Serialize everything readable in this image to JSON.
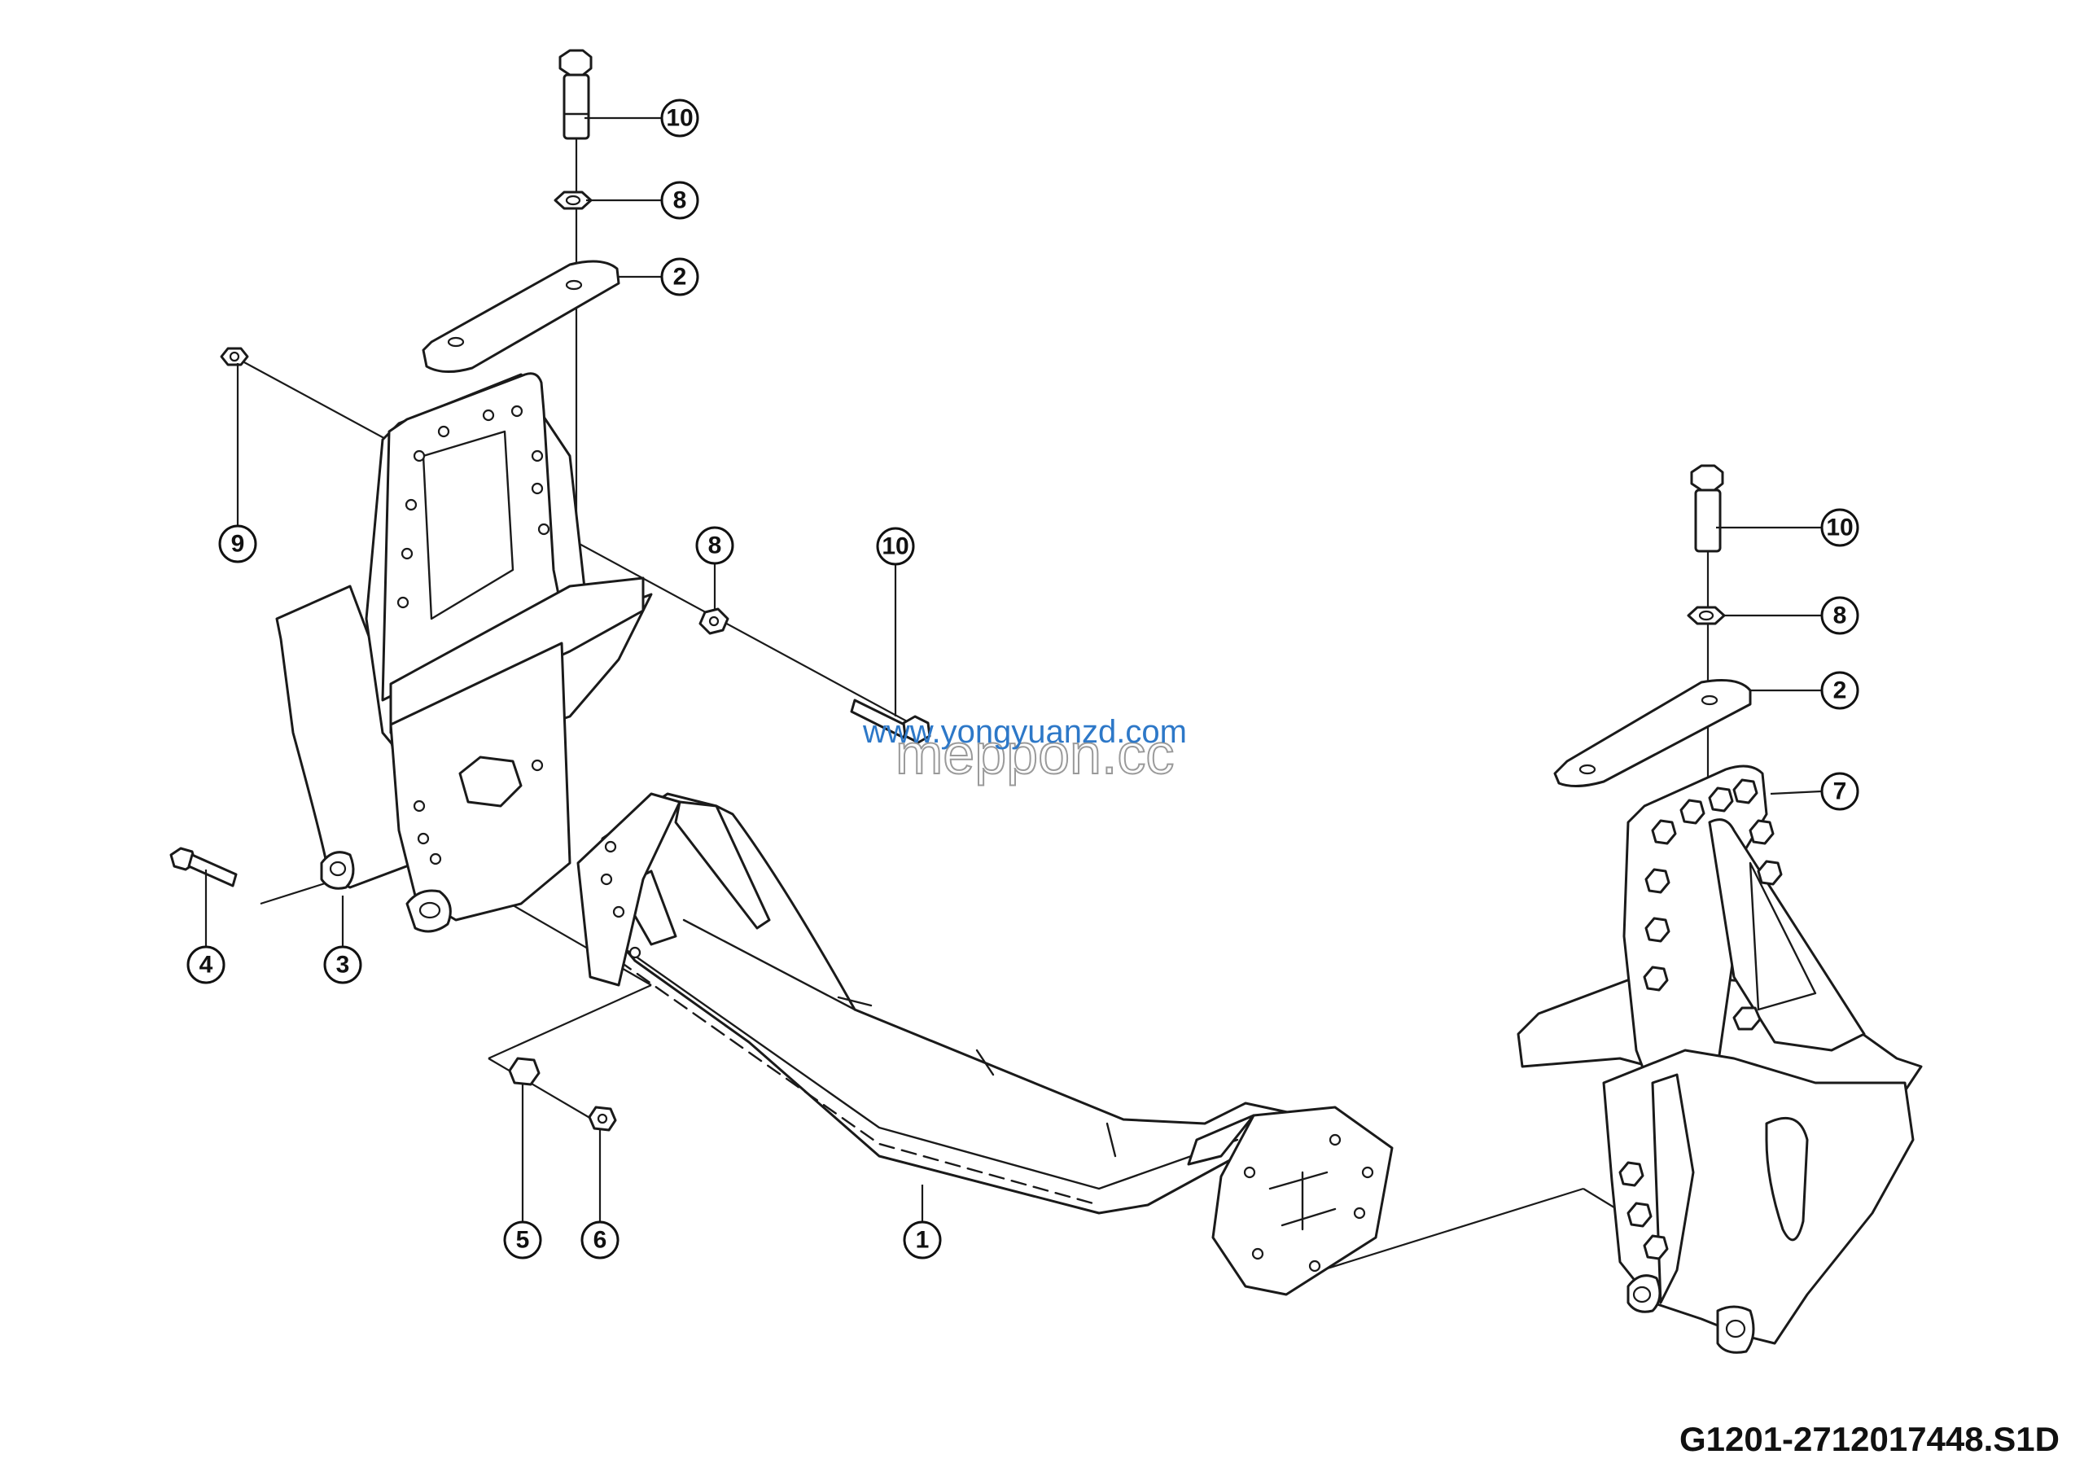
{
  "drawing_id": "G1201-2712017448.S1D",
  "watermark": {
    "outline_text": "meppon.cc",
    "url_text": "www.yongyuanzd.com",
    "url_color": "#2d78c8"
  },
  "callouts": {
    "c10a": "10",
    "c8a": "8",
    "c2a": "2",
    "c9": "9",
    "c8b": "8",
    "c10b": "10",
    "c4": "4",
    "c3": "3",
    "c5": "5",
    "c6": "6",
    "c1": "1",
    "c10c": "10",
    "c8c": "8",
    "c2c": "2",
    "c7": "7"
  },
  "parts": {
    "p1": "axle beam",
    "p2": "plate",
    "p3": "left bracket",
    "p4": "bolt",
    "p5": "nut",
    "p6": "nut",
    "p7": "right bracket",
    "p8": "nut",
    "p9": "nut",
    "p10": "bolt"
  }
}
